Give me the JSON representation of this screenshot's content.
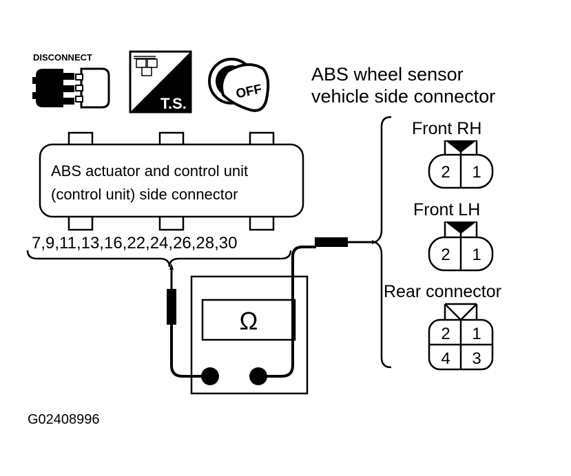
{
  "icons": {
    "disconnect_label": "DISCONNECT",
    "ts_label": "T.S.",
    "key_label": "OFF"
  },
  "sensor_connector": {
    "title_line1": "ABS wheel sensor",
    "title_line2": "vehicle side connector",
    "front_rh": {
      "label": "Front RH",
      "pins": [
        "2",
        "1"
      ]
    },
    "front_lh": {
      "label": "Front LH",
      "pins": [
        "2",
        "1"
      ]
    },
    "rear": {
      "label": "Rear connector",
      "pins": [
        "2",
        "1",
        "4",
        "3"
      ]
    }
  },
  "control_unit": {
    "line1": "ABS actuator and control unit",
    "line2": "(control unit) side connector",
    "terminals": "7,9,11,13,16,22,24,26,28,30"
  },
  "meter": {
    "symbol": "Ω"
  },
  "figure_id": "G02408996"
}
